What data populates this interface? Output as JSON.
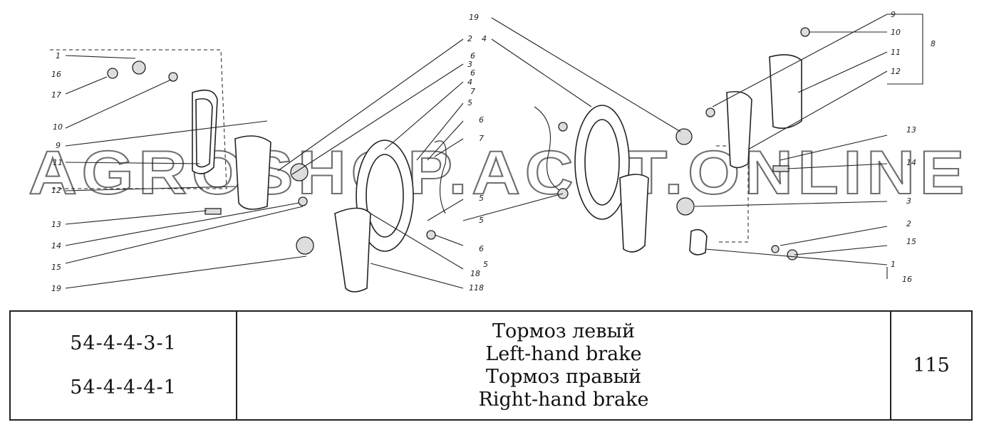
{
  "watermark": "AGROSHOP.ACAT.ONLINE",
  "callouts": {
    "left": [
      "1",
      "16",
      "17",
      "10",
      "9",
      "11",
      "12",
      "13",
      "14",
      "15",
      "19"
    ],
    "center": [
      "2",
      "3",
      "4",
      "5",
      "6",
      "7",
      "5",
      "6",
      "7",
      "6",
      "5",
      "6",
      "5",
      "18",
      "118"
    ],
    "top": [
      "19",
      "4"
    ],
    "right": [
      "9",
      "10",
      "8",
      "11",
      "12",
      "13",
      "14",
      "3",
      "2",
      "15",
      "1",
      "16"
    ]
  },
  "caption": {
    "codes": [
      "54-4-4-3-1",
      "54-4-4-4-1"
    ],
    "titles": [
      "Тормоз левый",
      "Left-hand brake",
      "Тормоз  правый",
      "Right-hand brake"
    ],
    "page_number": "115"
  }
}
